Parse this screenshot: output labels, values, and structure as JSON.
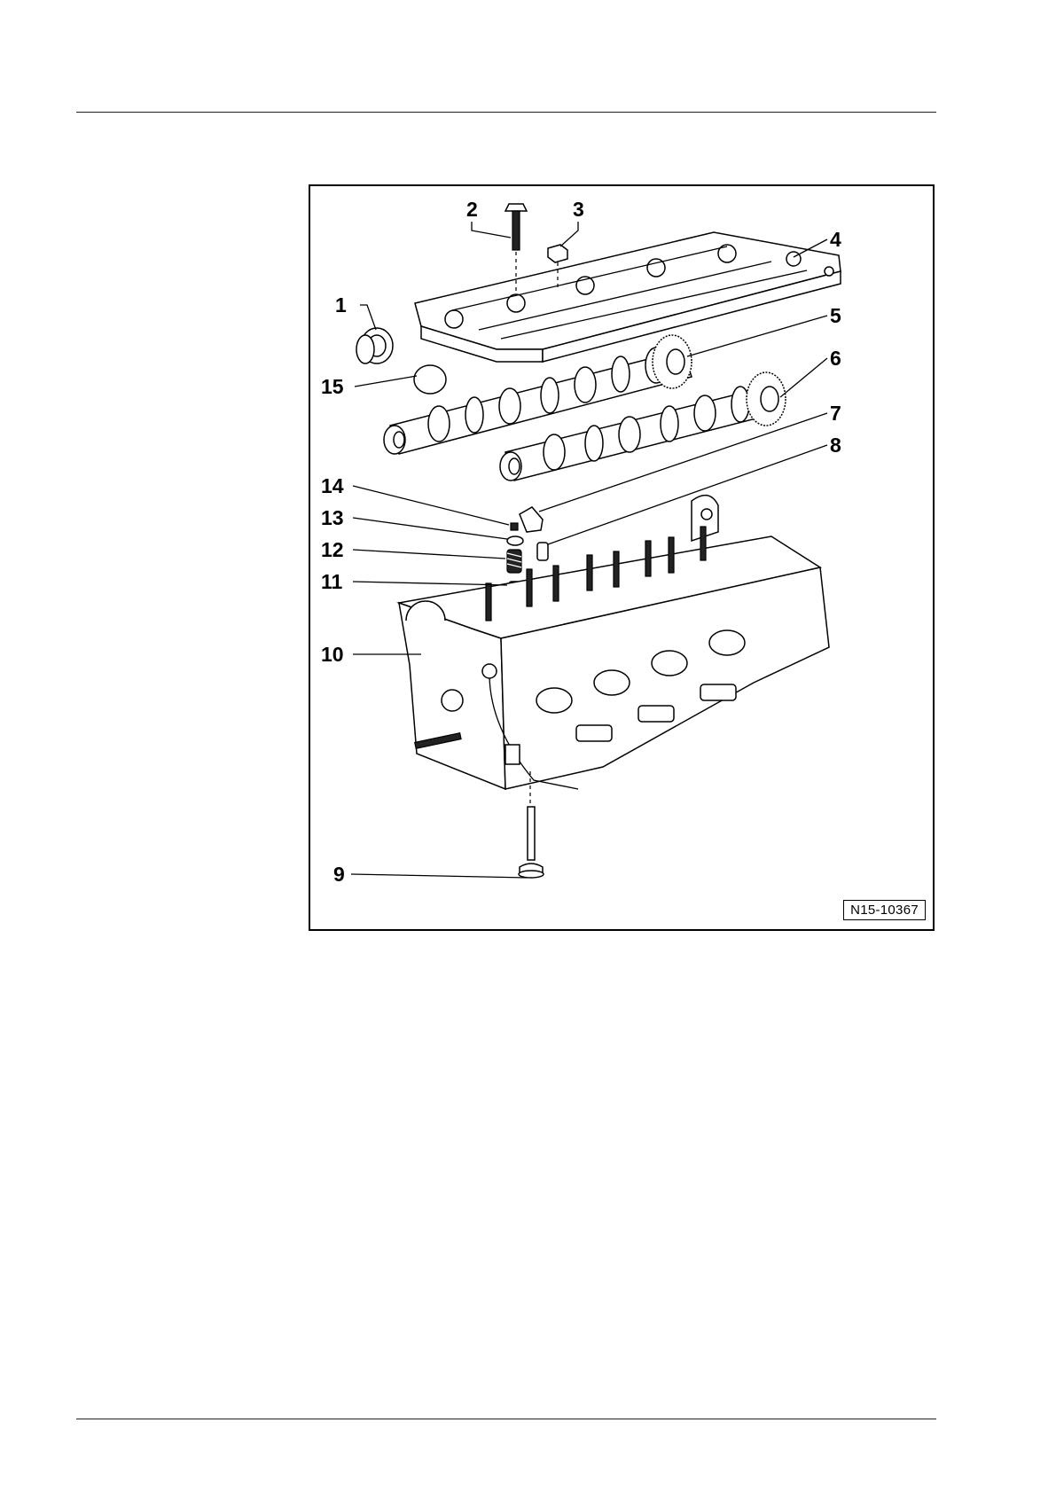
{
  "figure": {
    "reference_code": "N15-10367",
    "callouts": [
      {
        "id": "1",
        "label": "1"
      },
      {
        "id": "2",
        "label": "2"
      },
      {
        "id": "3",
        "label": "3"
      },
      {
        "id": "4",
        "label": "4"
      },
      {
        "id": "5",
        "label": "5"
      },
      {
        "id": "6",
        "label": "6"
      },
      {
        "id": "7",
        "label": "7"
      },
      {
        "id": "8",
        "label": "8"
      },
      {
        "id": "9",
        "label": "9"
      },
      {
        "id": "10",
        "label": "10"
      },
      {
        "id": "11",
        "label": "11"
      },
      {
        "id": "12",
        "label": "12"
      },
      {
        "id": "13",
        "label": "13"
      },
      {
        "id": "14",
        "label": "14"
      },
      {
        "id": "15",
        "label": "15"
      }
    ]
  }
}
